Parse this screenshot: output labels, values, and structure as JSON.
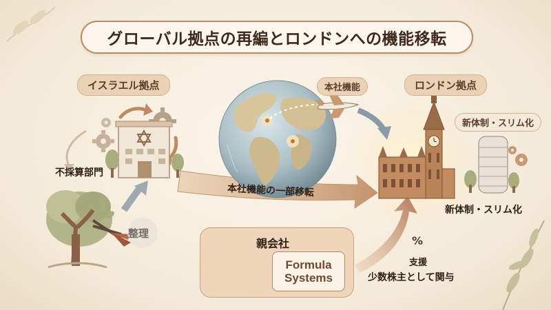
{
  "title": "グローバル拠点の再編とロンドンへの機能移転",
  "israel": {
    "tag": "イスラエル拠点",
    "unadopted_label": "不採算部門",
    "cleanup_label": "整理"
  },
  "center": {
    "hq_function_label": "本社機能",
    "transfer_label": "本社機能の一部移転"
  },
  "london": {
    "tag": "ロンドン拠点",
    "new_system_bubble": "新体制・スリム化",
    "new_system_label": "新体制・スリム化"
  },
  "parent": {
    "label": "親会社",
    "formula_line1": "Formula",
    "formula_line2": "Systems"
  },
  "support": {
    "percent": "%",
    "label": "支援",
    "minority_label": "少数株主として関与"
  },
  "colors": {
    "accent_brown": "#b98b64",
    "arrow_brown": "#c89a74",
    "arrow_slate": "#8a9aa8",
    "pill_fill": "#e9d2b6"
  }
}
